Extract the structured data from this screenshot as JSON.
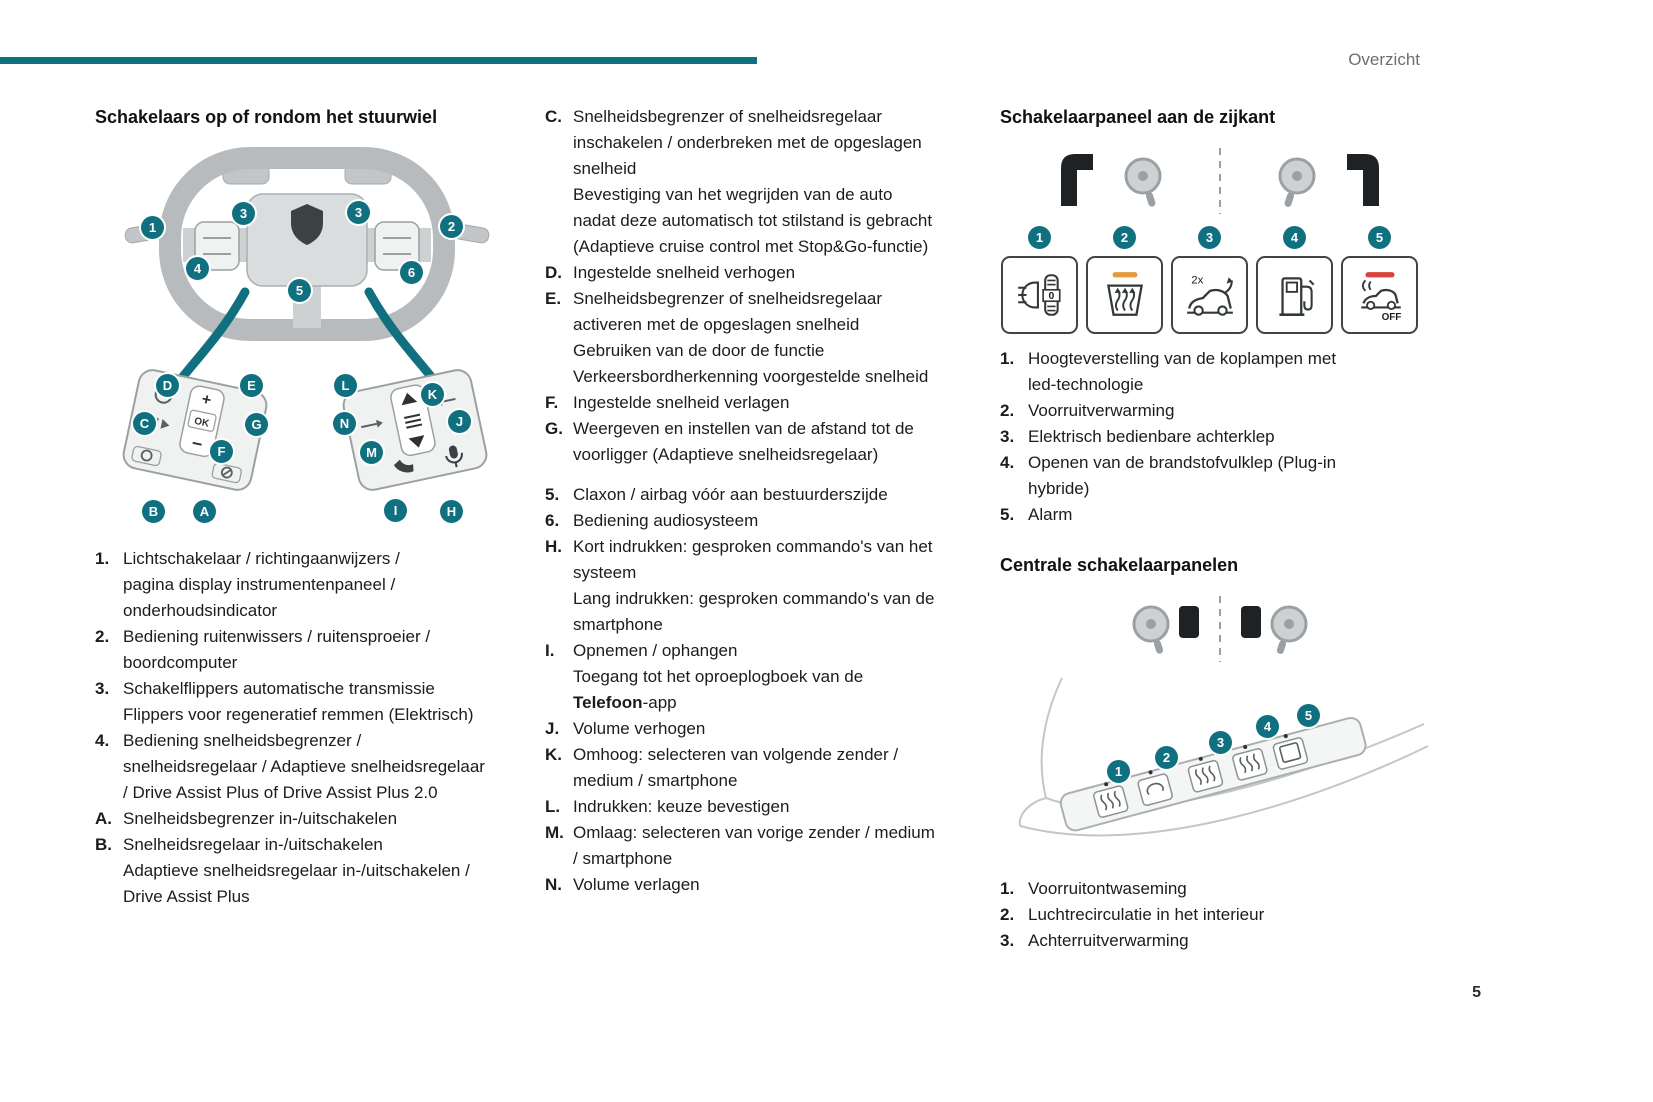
{
  "page": {
    "header_label": "Overzicht",
    "page_number": "5"
  },
  "colors": {
    "accent": "#11707f",
    "amber": "#e39b3b",
    "red": "#d8423c"
  },
  "steering_section": {
    "title": "Schakelaars op of rondom het stuurwiel",
    "callouts": [
      "1",
      "3",
      "3",
      "2",
      "4",
      "6",
      "5",
      "D",
      "E",
      "C",
      "G",
      "F",
      "B",
      "A",
      "L",
      "K",
      "N",
      "J",
      "M",
      "I",
      "H"
    ],
    "pad_labels": {
      "plus": "+",
      "ok": "OK",
      "minus": "−"
    },
    "items": [
      {
        "key": "1.",
        "text": "Lichtschakelaar / richtingaanwijzers /\npagina display instrumentenpaneel /\nonderhoudsindicator"
      },
      {
        "key": "2.",
        "text": "Bediening ruitenwissers / ruitensproeier /\nboordcomputer"
      },
      {
        "key": "3.",
        "text": "Schakelflippers automatische transmissie\nFlippers voor regeneratief remmen (Elektrisch)"
      },
      {
        "key": "4.",
        "text": "Bediening snelheidsbegrenzer /\nsnelheidsregelaar / Adaptieve snelheidsregelaar\n/ Drive Assist Plus of Drive Assist Plus 2.0"
      },
      {
        "key": "A.",
        "text": "Snelheidsbegrenzer in-/uitschakelen"
      },
      {
        "key": "B.",
        "text": "Snelheidsregelaar in-/uitschakelen\nAdaptieve snelheidsregelaar in-/uitschakelen /\nDrive Assist Plus"
      }
    ],
    "items2": [
      {
        "key": "C.",
        "text": "Snelheidsbegrenzer of snelheidsregelaar\ninschakelen / onderbreken met de opgeslagen\nsnelheid\nBevestiging van het wegrijden van de auto\nnadat deze automatisch tot stilstand is gebracht\n(Adaptieve cruise control met Stop&Go-functie)"
      },
      {
        "key": "D.",
        "text": "Ingestelde snelheid verhogen"
      },
      {
        "key": "E.",
        "text": "Snelheidsbegrenzer of snelheidsregelaar\nactiveren met de opgeslagen snelheid\nGebruiken van de door de functie\nVerkeersbordherkenning voorgestelde snelheid"
      },
      {
        "key": "F.",
        "text": "Ingestelde snelheid verlagen"
      },
      {
        "key": "G.",
        "text": "Weergeven en instellen van de afstand tot de\nvoorligger (Adaptieve snelheidsregelaar)"
      }
    ],
    "items3": [
      {
        "key": "5.",
        "text": "Claxon / airbag vóór aan bestuurderszijde"
      },
      {
        "key": "6.",
        "text": "Bediening audiosysteem"
      },
      {
        "key": "H.",
        "text": "Kort indrukken: gesproken commando's van het\nsysteem\nLang indrukken: gesproken commando's van de\nsmartphone"
      },
      {
        "key": "I.",
        "text_before": "Opnemen / ophangen\nToegang tot het oproeplogboek van de\n",
        "text_bold": "Telefoon",
        "text_after": "-app"
      },
      {
        "key": "J.",
        "text": "Volume verhogen"
      },
      {
        "key": "K.",
        "text": "Omhoog: selecteren van volgende zender /\nmedium / smartphone"
      },
      {
        "key": "L.",
        "text": "Indrukken: keuze bevestigen"
      },
      {
        "key": "M.",
        "text": "Omlaag: selecteren van vorige zender / medium\n/ smartphone"
      },
      {
        "key": "N.",
        "text": "Volume verlagen"
      }
    ]
  },
  "side_panel_section": {
    "title": "Schakelaarpaneel aan de zijkant",
    "switches": [
      {
        "num": "1",
        "icon": "headlight-leveling",
        "label": "0"
      },
      {
        "num": "2",
        "icon": "windscreen-heating",
        "label": ""
      },
      {
        "num": "3",
        "icon": "power-tailgate",
        "label": "2x"
      },
      {
        "num": "4",
        "icon": "fuel-filler",
        "label": ""
      },
      {
        "num": "5",
        "icon": "alarm-off",
        "label": "OFF"
      }
    ],
    "items": [
      {
        "key": "1.",
        "text": "Hoogteverstelling van de koplampen met\nled-technologie"
      },
      {
        "key": "2.",
        "text": "Voorruitverwarming"
      },
      {
        "key": "3.",
        "text": "Elektrisch bedienbare achterklep"
      },
      {
        "key": "4.",
        "text": "Openen van de brandstofvulklep (Plug-in\nhybride)"
      },
      {
        "key": "5.",
        "text": "Alarm"
      }
    ]
  },
  "central_section": {
    "title": "Centrale schakelaarpanelen",
    "callouts": [
      "1",
      "2",
      "3",
      "4",
      "5"
    ],
    "items": [
      {
        "key": "1.",
        "text": "Voorruitontwaseming"
      },
      {
        "key": "2.",
        "text": "Luchtrecirculatie in het interieur"
      },
      {
        "key": "3.",
        "text": "Achterruitverwarming"
      }
    ]
  }
}
